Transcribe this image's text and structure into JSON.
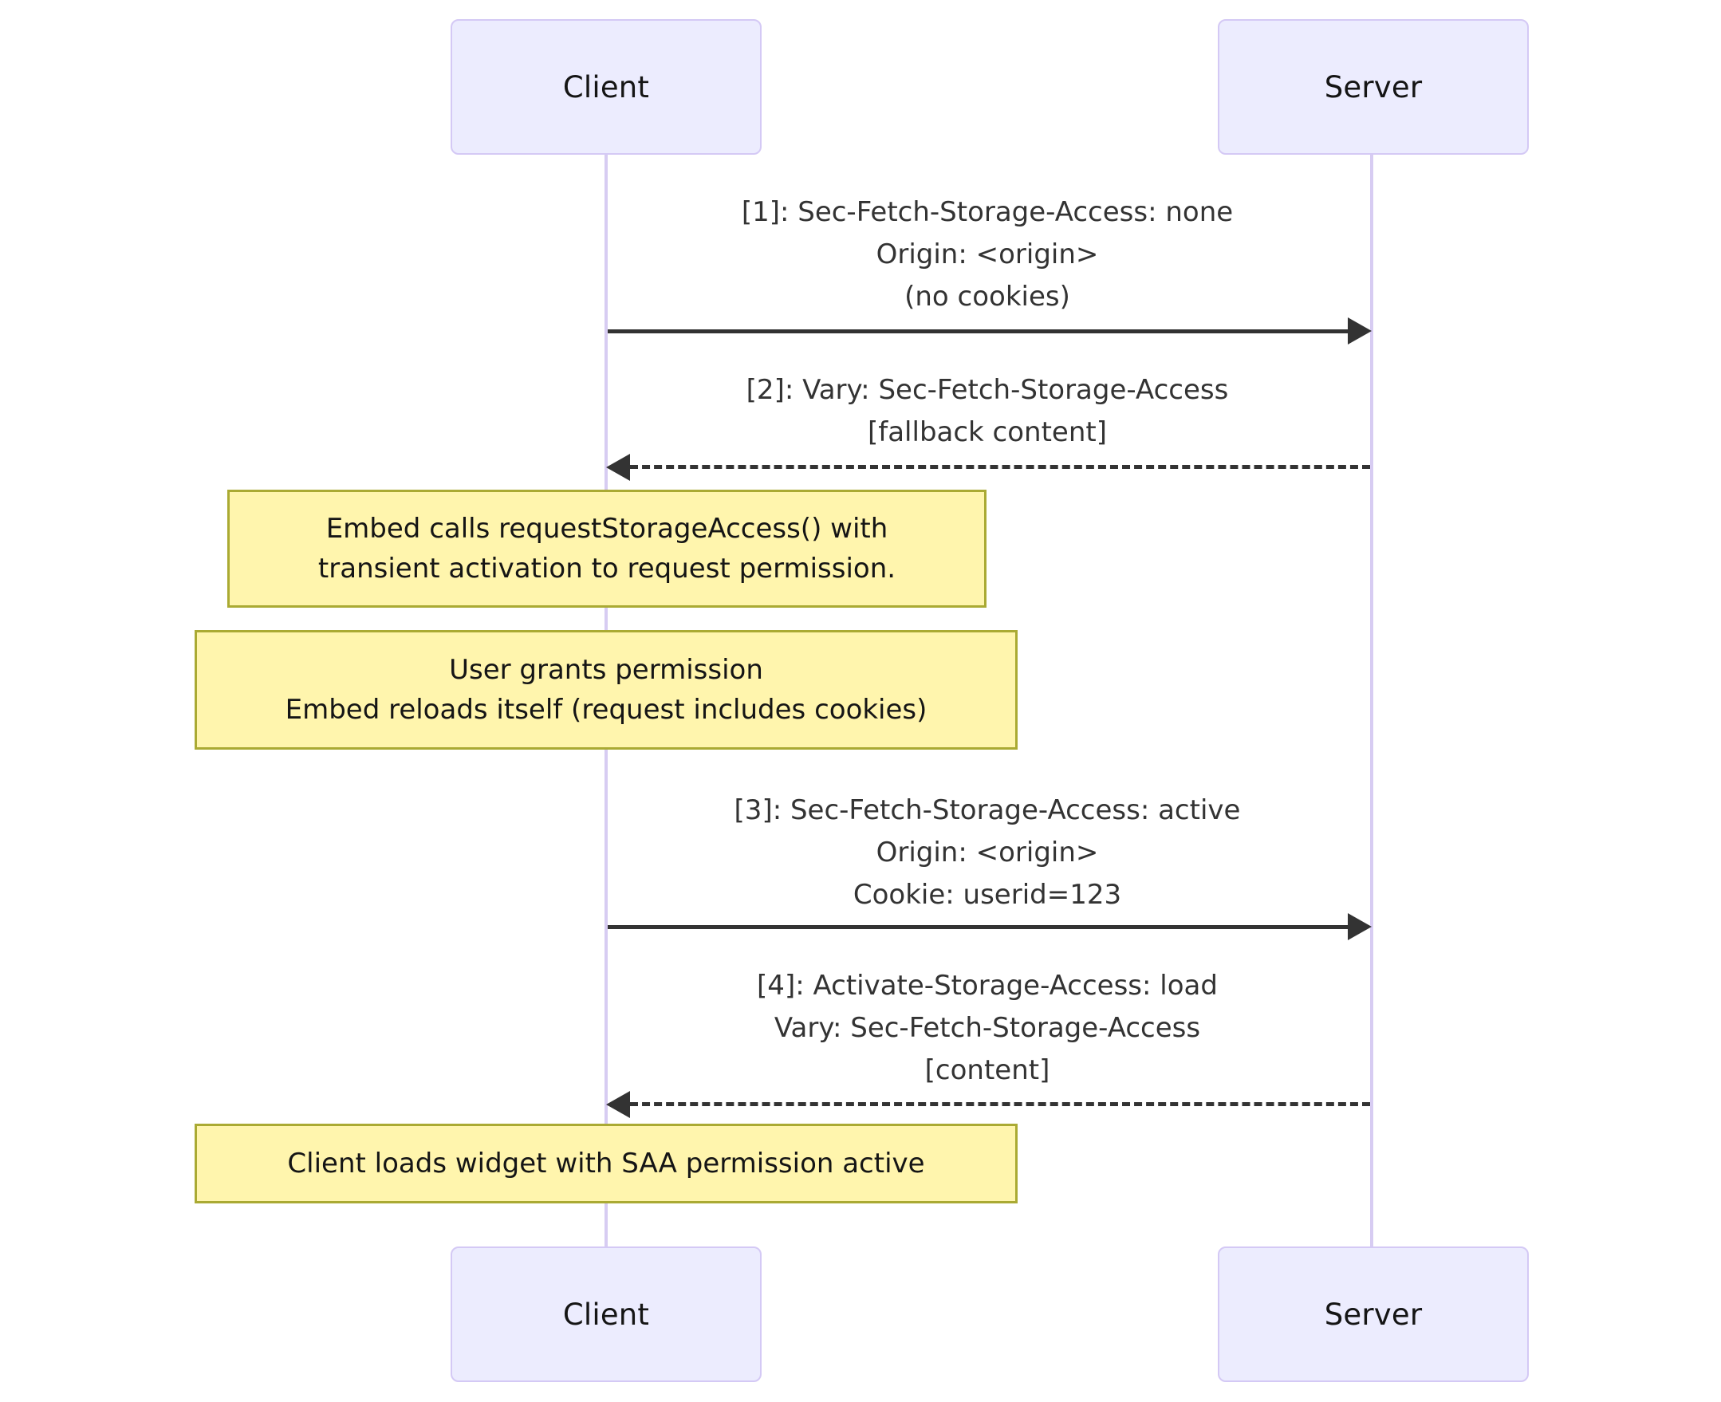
{
  "diagram": {
    "type": "sequence-diagram",
    "colors": {
      "participant_fill": "#ECECFE",
      "participant_border": "#D4C9F5",
      "lifeline": "#D7CCF2",
      "note_fill": "#FFF5AD",
      "note_border": "#AAAA33",
      "arrow": "#333333",
      "text": "#151515",
      "background": "#FFFFFF"
    },
    "participants": [
      {
        "id": "client",
        "label": "Client"
      },
      {
        "id": "server",
        "label": "Server"
      }
    ],
    "participants_bottom": [
      {
        "id": "client",
        "label": "Client"
      },
      {
        "id": "server",
        "label": "Server"
      }
    ],
    "messages": [
      {
        "index": "[1]",
        "from": "client",
        "to": "server",
        "direction": "right",
        "style": "solid",
        "text": "[1]: Sec-Fetch-Storage-Access: none\nOrigin: <origin>\n(no cookies)"
      },
      {
        "index": "[2]",
        "from": "server",
        "to": "client",
        "direction": "left",
        "style": "dashed",
        "text": "[2]: Vary: Sec-Fetch-Storage-Access\n[fallback content]"
      },
      {
        "index": "[3]",
        "from": "client",
        "to": "server",
        "direction": "right",
        "style": "solid",
        "text": "[3]: Sec-Fetch-Storage-Access: active\nOrigin: <origin>\nCookie: userid=123"
      },
      {
        "index": "[4]",
        "from": "server",
        "to": "client",
        "direction": "left",
        "style": "dashed",
        "text": "[4]: Activate-Storage-Access: load\nVary: Sec-Fetch-Storage-Access\n[content]"
      }
    ],
    "notes": [
      {
        "id": "note-request-storage-access",
        "over": "client",
        "text": "Embed calls requestStorageAccess() with\ntransient activation to request permission."
      },
      {
        "id": "note-user-grants-permission",
        "over": "client",
        "text": "User grants permission\nEmbed reloads itself (request includes cookies)"
      },
      {
        "id": "note-client-loads-widget",
        "over": "client",
        "text": "Client loads widget with SAA permission active"
      }
    ]
  }
}
